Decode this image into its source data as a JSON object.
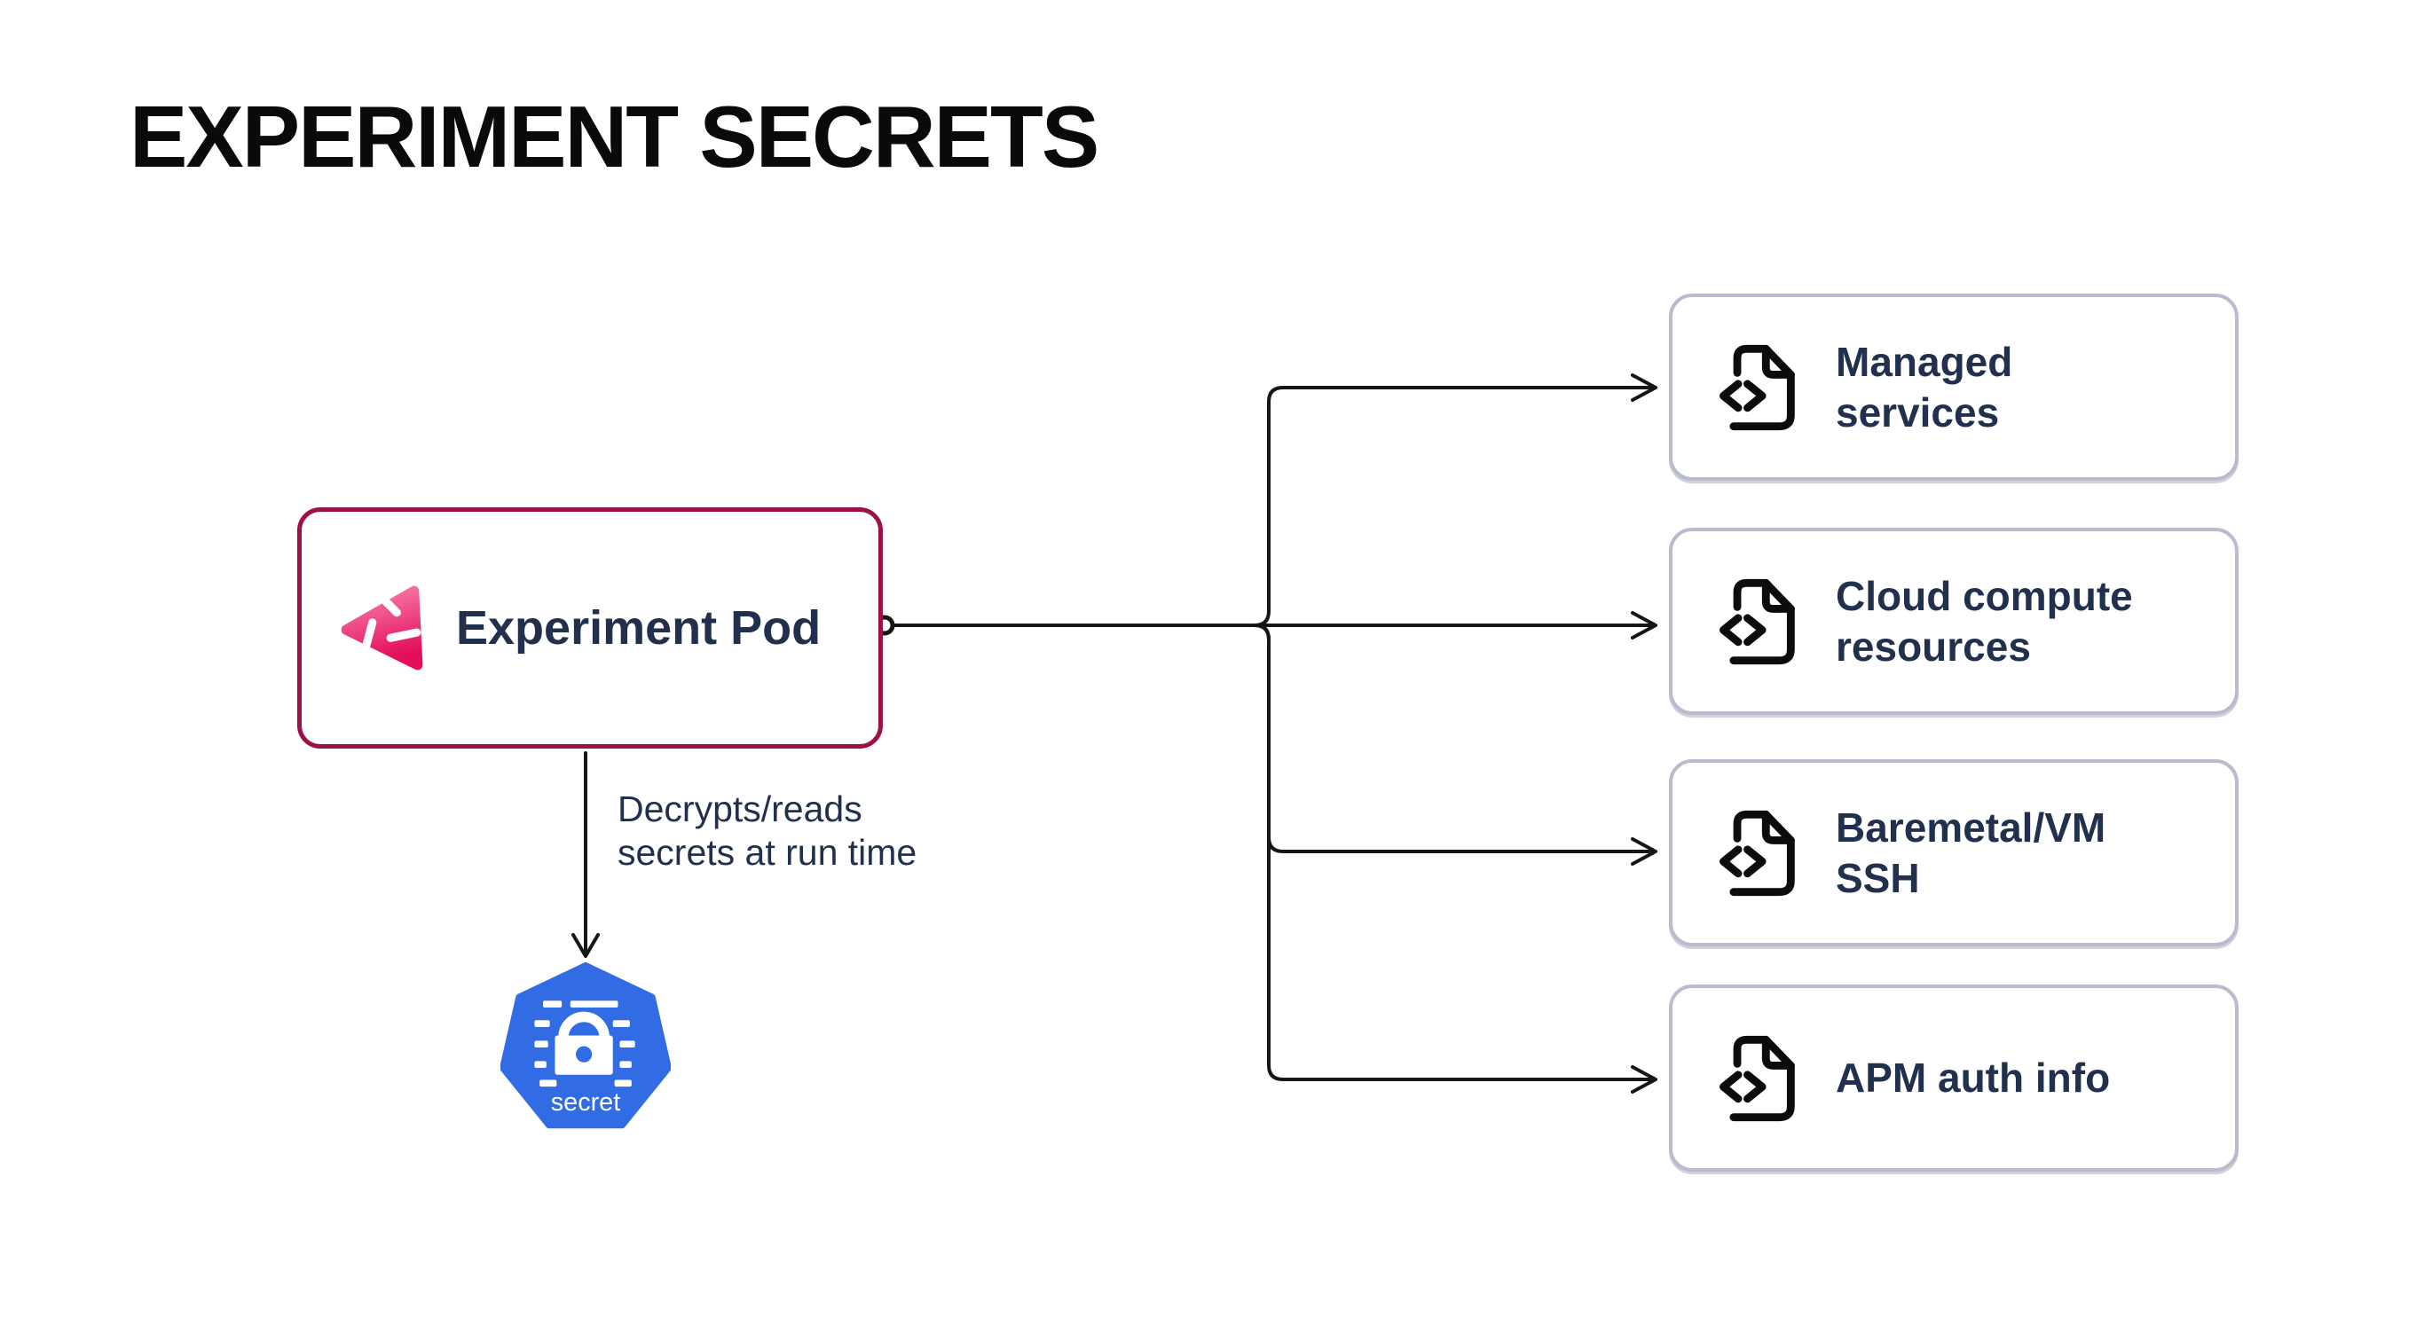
{
  "title": "EXPERIMENT SECRETS",
  "pod": {
    "label": "Experiment Pod"
  },
  "edge_annotation": {
    "line1": "Decrypts/reads",
    "line2": "secrets at run time"
  },
  "secret_node": {
    "label": "secret"
  },
  "targets": [
    {
      "label": "Managed services"
    },
    {
      "label": "Cloud compute resources"
    },
    {
      "label": "Baremetal/VM SSH"
    },
    {
      "label": "APM auth info"
    }
  ],
  "icons": {
    "pod_logo": "litmus-chaos-logo",
    "target_icon": "file-code-icon",
    "secret_icon": "k8s-secret-lock-icon",
    "connector_start": "circle-port",
    "arrowheads": "open-chevron-arrow"
  },
  "colors": {
    "pod_border": "#9E1148",
    "target_border": "#B9BCCE",
    "text_navy": "#21304D",
    "title": "#0A0A0A",
    "line": "#161616",
    "k8s_blue": "#326CE5",
    "logo_gradient_from": "#FA84AF",
    "logo_gradient_to": "#E30D5C"
  }
}
